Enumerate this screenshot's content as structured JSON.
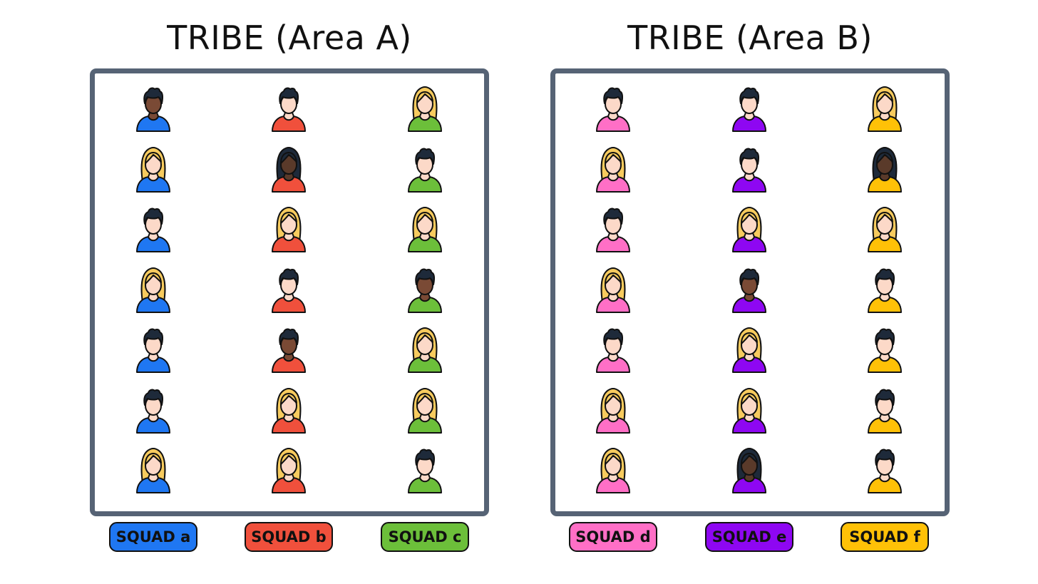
{
  "colors": {
    "outline": "#111111",
    "box_border": "#566375",
    "skin_light": "#FCD9C8",
    "skin_brown": "#7A4A35",
    "skin_dark": "#5A3A2A",
    "hair_dark": "#1E2A3A",
    "hair_blonde": "#F7CB5E"
  },
  "tribes": [
    {
      "title": "TRIBE (Area A)",
      "squads": [
        {
          "label": "SQUAD a",
          "color": "#1F77F2",
          "members": [
            "m-brown",
            "f-blonde",
            "m-light",
            "f-blonde",
            "m-light",
            "m-light",
            "f-blonde"
          ]
        },
        {
          "label": "SQUAD b",
          "color": "#F0503C",
          "members": [
            "m-light",
            "f-dark",
            "f-blonde",
            "m-light",
            "m-brown",
            "f-blonde",
            "f-blonde"
          ]
        },
        {
          "label": "SQUAD c",
          "color": "#6CBF3A",
          "members": [
            "f-blonde",
            "m-light",
            "f-blonde",
            "m-brown",
            "f-blonde",
            "f-blonde",
            "m-light"
          ]
        }
      ]
    },
    {
      "title": "TRIBE (Area B)",
      "squads": [
        {
          "label": "SQUAD d",
          "color": "#FF6FC6",
          "members": [
            "m-light",
            "f-blonde",
            "m-light",
            "f-blonde",
            "m-light",
            "f-blonde",
            "f-blonde"
          ]
        },
        {
          "label": "SQUAD e",
          "color": "#8E07F2",
          "members": [
            "m-light",
            "m-light",
            "f-blonde",
            "m-brown",
            "f-blonde",
            "f-blonde",
            "f-dark"
          ]
        },
        {
          "label": "SQUAD f",
          "color": "#FFC107",
          "members": [
            "f-blonde",
            "f-dark",
            "f-blonde",
            "m-light",
            "m-light",
            "m-light",
            "m-light"
          ]
        }
      ]
    }
  ]
}
